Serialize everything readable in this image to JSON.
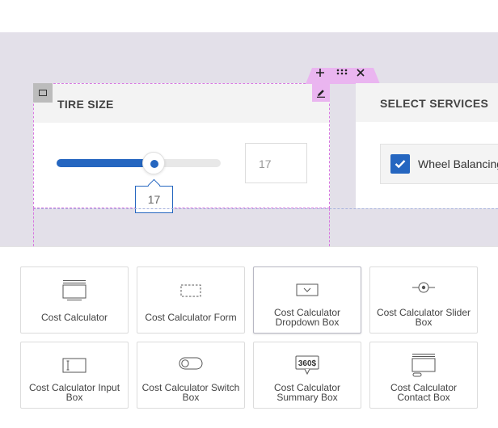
{
  "tire_card": {
    "title": "TIRE SIZE",
    "slider_value": "17",
    "input_value": "17",
    "slider_fraction": 0.59
  },
  "services_card": {
    "title": "SELECT SERVICES",
    "option_label": "Wheel Balancing",
    "option_checked": true
  },
  "toolbar": {
    "add_icon": "plus-icon",
    "drag_icon": "drag-handle-icon",
    "close_icon": "close-icon",
    "edit_icon": "pencil-icon"
  },
  "widgets": [
    {
      "label": "Cost Calculator",
      "icon": "calculator-window-icon"
    },
    {
      "label": "Cost Calculator Form",
      "icon": "dashed-form-icon"
    },
    {
      "label": "Cost Calculator Dropdown Box",
      "icon": "dropdown-box-icon"
    },
    {
      "label": "Cost Calculator Slider Box",
      "icon": "slider-icon"
    },
    {
      "label": "Cost Calculator Input Box",
      "icon": "input-box-icon"
    },
    {
      "label": "Cost Calculator Switch Box",
      "icon": "toggle-switch-icon"
    },
    {
      "label": "Cost Calculator Summary Box",
      "icon": "summary-360-icon",
      "icon_text": "360$"
    },
    {
      "label": "Cost Calculator Contact Box",
      "icon": "contact-box-icon"
    }
  ],
  "colors": {
    "accent": "#2566c0",
    "selection": "#d779e0",
    "canvas": "#e3e0e9"
  }
}
